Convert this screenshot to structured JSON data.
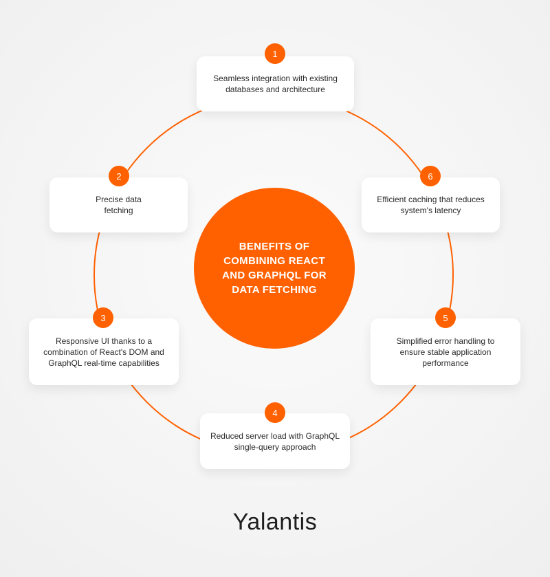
{
  "title": "BENEFITS OF COMBINING REACT AND GRAPHQL FOR DATA FETCHING",
  "items": [
    {
      "num": "1",
      "text": "Seamless integration with existing databases and architecture"
    },
    {
      "num": "2",
      "text": "Precise data fetching"
    },
    {
      "num": "3",
      "text": "Responsive UI thanks to a combination of React's DOM and GraphQL real-time capabilities"
    },
    {
      "num": "4",
      "text": "Reduced server load with GraphQL single-query approach"
    },
    {
      "num": "5",
      "text": "Simplified error handling to ensure stable application performance"
    },
    {
      "num": "6",
      "text": "Efficient caching that reduces system's latency"
    }
  ],
  "logo": "Yalantis",
  "colors": {
    "accent": "#ff6100"
  }
}
